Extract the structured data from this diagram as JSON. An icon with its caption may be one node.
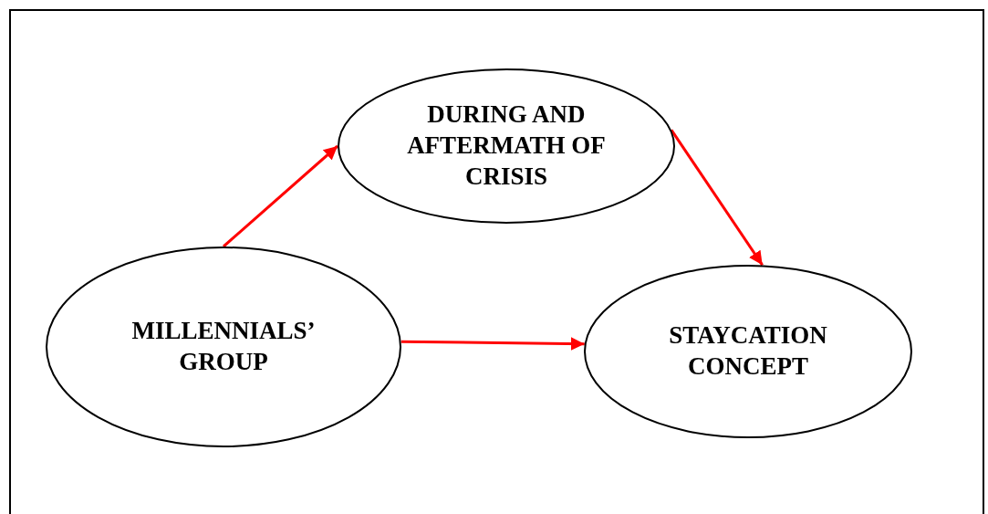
{
  "diagram": {
    "nodes": [
      {
        "text": [
          "DURING AND AFTERMATH OF CRISIS"
        ]
      },
      {
        "text": [
          "MILLENNIALS’ GROUP"
        ]
      },
      {
        "text": [
          "STAYCATION CONCEPT"
        ]
      }
    ],
    "edges": [
      {
        "from": 1,
        "to": 0,
        "arrow": "to"
      },
      {
        "from": 0,
        "to": 2,
        "arrow": "to"
      },
      {
        "from": 1,
        "to": 2,
        "arrow": "to"
      }
    ]
  }
}
